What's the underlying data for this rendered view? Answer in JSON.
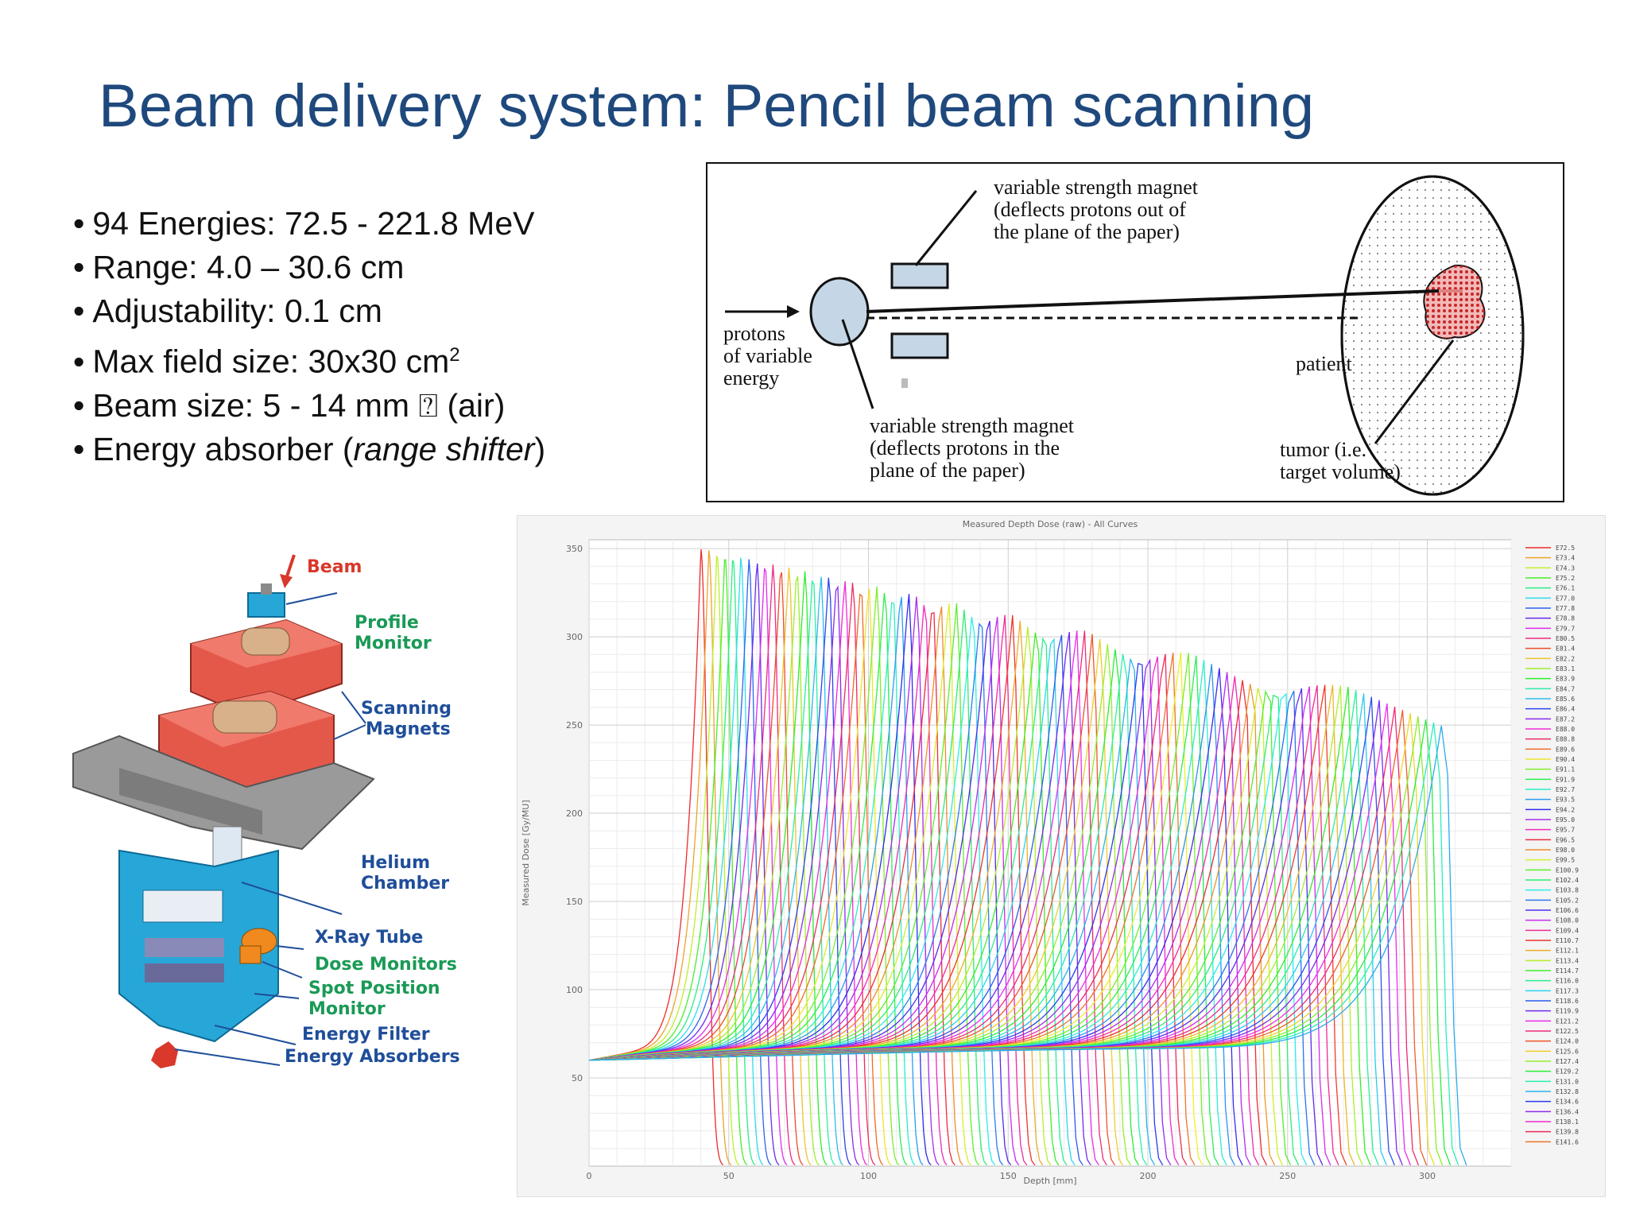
{
  "title": "Beam delivery system: Pencil beam scanning",
  "bullets": [
    {
      "text": "94 Energies: 72.5 - 221.8 MeV"
    },
    {
      "text": "Range: 4.0 – 30.6 cm"
    },
    {
      "text": "Adjustability: 0.1 cm"
    },
    {
      "text": "Max field size: 30x30 cm",
      "sup": "2"
    },
    {
      "text": "Beam size: 5 - 14 mm ⍰ (air)"
    },
    {
      "pre": "Energy absorber (",
      "em": "range shifter",
      "post": ")"
    }
  ],
  "diagram": {
    "magnet_top": [
      "variable strength magnet",
      "(deflects protons out of",
      "the plane of the paper)"
    ],
    "protons": [
      "protons",
      "of variable",
      "energy"
    ],
    "magnet_bottom": [
      "variable strength magnet",
      "(deflects protons in the",
      "plane of the paper)"
    ],
    "patient": "patient",
    "tumor": [
      "tumor (i.e.",
      "target volume)"
    ]
  },
  "hardware": {
    "labels": {
      "beam": "Beam",
      "profile_monitor": [
        "Profile",
        "Monitor"
      ],
      "scanning_magnets": [
        "Scanning",
        "Magnets"
      ],
      "helium_chamber": [
        "Helium",
        "Chamber"
      ],
      "xray_tube": "X-Ray Tube",
      "dose_monitors": "Dose Monitors",
      "spot_position_monitor": [
        "Spot Position",
        "Monitor"
      ],
      "energy_filter": "Energy Filter",
      "energy_absorbers": "Energy Absorbers"
    },
    "colors": {
      "beam": "#d9382b",
      "green": "#1a9a56",
      "blue": "#1f4e9a",
      "red_block": "#e4584a",
      "cyan": "#27a7d8"
    }
  },
  "chart_data": {
    "type": "line",
    "title": "Measured Depth Dose (raw) - All Curves",
    "xlabel": "Depth [mm]",
    "ylabel": "Measured Dose [Gy/MU]",
    "xlim": [
      0,
      330
    ],
    "ylim": [
      0,
      355
    ],
    "xticks": [
      0,
      50,
      100,
      150,
      200,
      250,
      300
    ],
    "yticks": [
      50,
      100,
      150,
      200,
      250,
      300,
      350
    ],
    "grid": true,
    "legend_position": "right",
    "series_count": 94,
    "entrance_dose": 60,
    "first_peak": {
      "x": 40,
      "y": 350
    },
    "last_peak": {
      "x": 306,
      "y": 260
    },
    "legend_entries": [
      "E72.5",
      "E73.4",
      "E74.3",
      "E75.2",
      "E76.1",
      "E77.0",
      "E77.8",
      "E78.8",
      "E79.7",
      "E80.5",
      "E81.4",
      "E82.2",
      "E83.1",
      "E83.9",
      "E84.7",
      "E85.6",
      "E86.4",
      "E87.2",
      "E88.0",
      "E88.8",
      "E89.6",
      "E90.4",
      "E91.1",
      "E91.9",
      "E92.7",
      "E93.5",
      "E94.2",
      "E95.0",
      "E95.7",
      "E96.5",
      "E98.0",
      "E99.5",
      "E100.9",
      "E102.4",
      "E103.8",
      "E105.2",
      "E106.6",
      "E108.0",
      "E109.4",
      "E110.7",
      "E112.1",
      "E113.4",
      "E114.7",
      "E116.0",
      "E117.3",
      "E118.6",
      "E119.9",
      "E121.2",
      "E122.5",
      "E124.0",
      "E125.6",
      "E127.4",
      "E129.2",
      "E131.0",
      "E132.8",
      "E134.6",
      "E136.4",
      "E138.1",
      "E139.8",
      "E141.6"
    ]
  }
}
